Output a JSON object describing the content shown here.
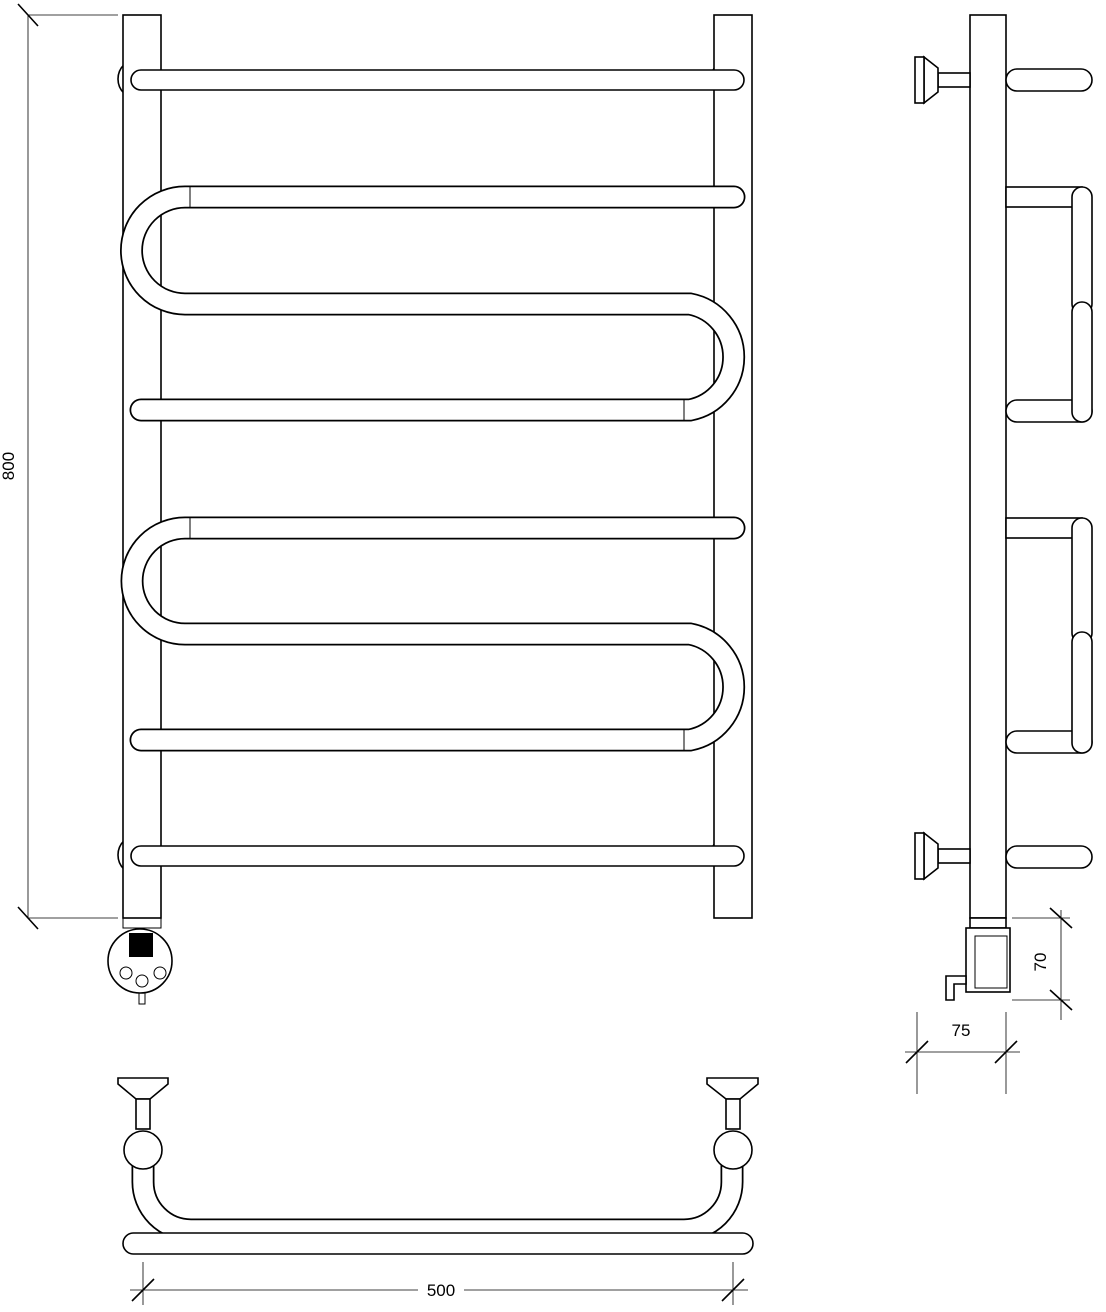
{
  "dimensions": {
    "height": "800",
    "width": "500",
    "heater_height": "70",
    "heater_depth": "75"
  },
  "colors": {
    "stroke": "#000000",
    "background": "#ffffff",
    "display": "#000000"
  }
}
